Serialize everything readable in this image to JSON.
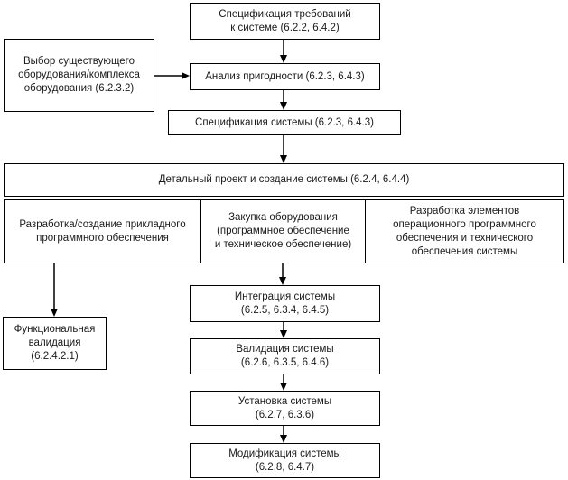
{
  "colors": {
    "background": "#ffffff",
    "border": "#000000",
    "text": "#1a1a1a"
  },
  "nodes": {
    "spec_requirements": {
      "label": "Спецификация требований\nк системе (6.2.2, 6.4.2)"
    },
    "select_equipment": {
      "label": "Выбор существующего\nоборудования/комплекса\nоборудования (6.2.3.2)"
    },
    "suitability_analysis": {
      "label": "Анализ пригодности (6.2.3, 6.4.3)"
    },
    "system_specification": {
      "label": "Спецификация системы (6.2.3, 6.4.3)"
    },
    "detailed_design": {
      "label": "Детальный проект и создание системы (6.2.4, 6.4.4)"
    },
    "app_software_dev": {
      "label": "Разработка/создание прикладного\nпрограммного обеспечения"
    },
    "equipment_purchase": {
      "label": "Закупка оборудования\n(программное обеспечение\nи техническое обеспечение)"
    },
    "os_elements_dev": {
      "label": "Разработка элементов\nоперационного программного\nобеспечения и технического\nобеспечения системы"
    },
    "functional_validation": {
      "label": "Функциональная\nвалидация\n(6.2.4.2.1)"
    },
    "system_integration": {
      "label": "Интеграция системы\n(6.2.5, 6.3.4, 6.4.5)"
    },
    "system_validation": {
      "label": "Валидация системы\n(6.2.6, 6.3.5, 6.4.6)"
    },
    "system_installation": {
      "label": "Установка системы\n(6.2.7, 6.3.6)"
    },
    "system_modification": {
      "label": "Модификация системы\n(6.2.8, 6.4.7)"
    }
  },
  "edges": [
    {
      "from": "spec_requirements",
      "to": "suitability_analysis"
    },
    {
      "from": "select_equipment",
      "to": "suitability_analysis"
    },
    {
      "from": "suitability_analysis",
      "to": "system_specification"
    },
    {
      "from": "system_specification",
      "to": "detailed_design"
    },
    {
      "from": "app_software_dev",
      "to": "functional_validation"
    },
    {
      "from": "equipment_purchase",
      "to": "system_integration"
    },
    {
      "from": "system_integration",
      "to": "system_validation"
    },
    {
      "from": "system_validation",
      "to": "system_installation"
    },
    {
      "from": "system_installation",
      "to": "system_modification"
    }
  ]
}
